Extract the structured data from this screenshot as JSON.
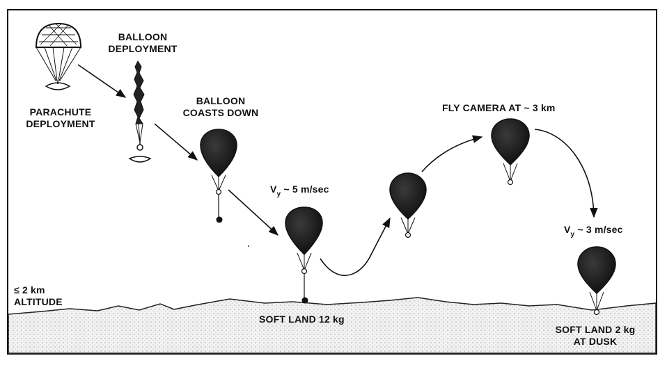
{
  "labels": {
    "balloon_deployment": [
      "BALLOON",
      "DEPLOYMENT"
    ],
    "parachute_deployment": [
      "PARACHUTE",
      "DEPLOYMENT"
    ],
    "balloon_coasts_down": [
      "BALLOON",
      "COASTS DOWN"
    ],
    "fly_camera": "FLY CAMERA AT ~ 3 km",
    "vy_descent": {
      "v": "V",
      "sub": "y",
      "rest": " ~ 5 m/sec"
    },
    "vy_final": {
      "v": "V",
      "sub": "y",
      "rest": " ~ 3 m/sec"
    },
    "altitude": [
      "≤ 2 km",
      "ALTITUDE"
    ],
    "soft_land_12": "SOFT LAND 12 kg",
    "soft_land_2": [
      "SOFT LAND 2 kg",
      "AT DUSK"
    ]
  },
  "colors": {
    "ink": "#111111",
    "ground_fill": "#ececec",
    "balloon_fill": "#1a1a1a"
  },
  "icons": [
    "parachute-icon",
    "balloon-icon",
    "gondola-icon",
    "arrow-icon"
  ]
}
